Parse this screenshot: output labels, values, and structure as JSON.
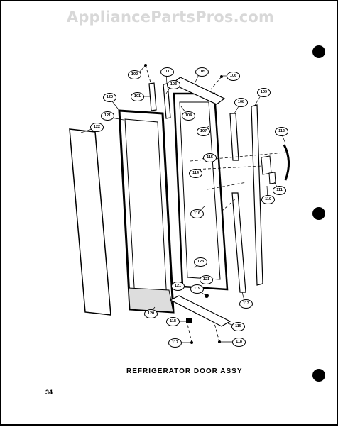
{
  "watermark": "AppliancePartsPros.com",
  "caption": "REFRIGERATOR DOOR ASSY",
  "page_number": "34",
  "callouts": [
    "102",
    "100",
    "103",
    "101",
    "105",
    "106",
    "120",
    "121",
    "122",
    "104",
    "108",
    "109",
    "107",
    "112",
    "115",
    "114",
    "111",
    "110",
    "116",
    "121",
    "123",
    "121",
    "113",
    "120",
    "119",
    "115",
    "118",
    "117",
    "118"
  ]
}
